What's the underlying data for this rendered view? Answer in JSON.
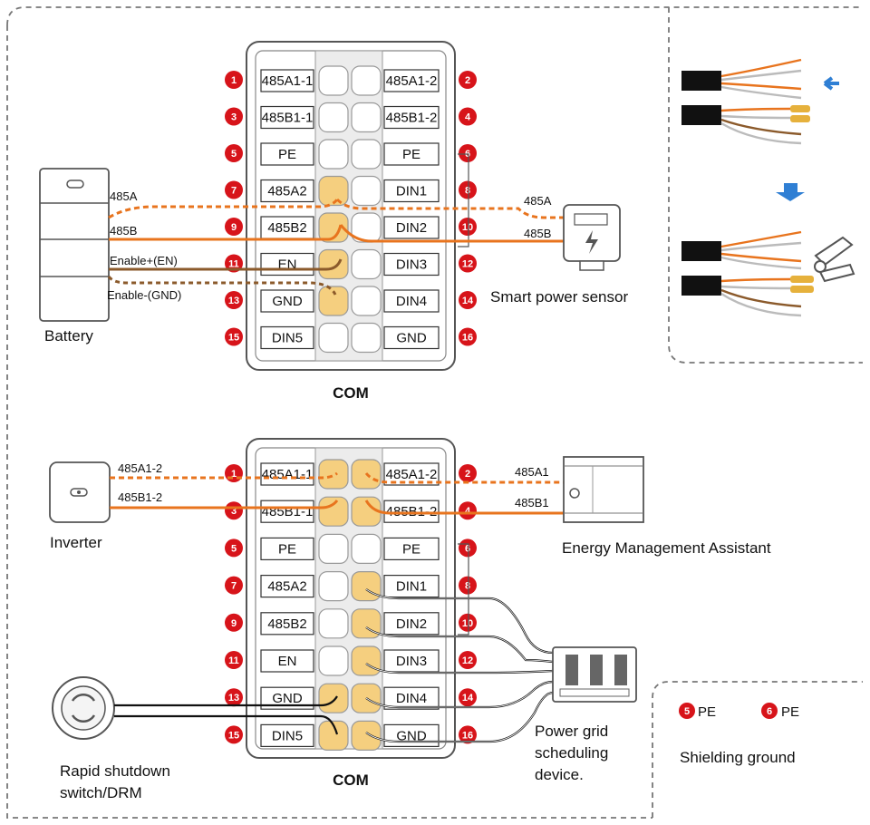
{
  "colors": {
    "orange": "#e8741e",
    "brown": "#8b5a2b",
    "badge_red": "#d7141a",
    "slot_yellow": "#f5cf7f",
    "border_grey": "#666666",
    "arrow_blue": "#2f7fd4"
  },
  "connector_label": "COM",
  "terminals": {
    "left": [
      "485A1-1",
      "485B1-1",
      "PE",
      "485A2",
      "485B2",
      "EN",
      "GND",
      "DIN5"
    ],
    "right": [
      "485A1-2",
      "485B1-2",
      "PE",
      "DIN1",
      "DIN2",
      "DIN3",
      "DIN4",
      "GND"
    ],
    "left_numbers": [
      "1",
      "3",
      "5",
      "7",
      "9",
      "11",
      "13",
      "15"
    ],
    "right_numbers": [
      "2",
      "4",
      "6",
      "8",
      "10",
      "12",
      "14",
      "16"
    ]
  },
  "top": {
    "battery_label": "Battery",
    "sensor_label": "Smart power sensor",
    "wire_labels": {
      "battery_485a": "485A",
      "battery_485b": "485B",
      "battery_en": "Enable+(EN)",
      "battery_gnd": "Enable-(GND)",
      "sensor_485a": "485A",
      "sensor_485b": "485B"
    }
  },
  "bottom": {
    "inverter_label": "Inverter",
    "ema_label": "Energy Management Assistant",
    "rsd_label": [
      "Rapid shutdown",
      "switch/DRM"
    ],
    "grid_label": [
      "Power grid",
      "scheduling",
      "device."
    ],
    "wire_labels": {
      "inv_485a": "485A1-2",
      "inv_485b": "485B1-2",
      "ema_485a": "485A1",
      "ema_485b": "485B1"
    }
  },
  "legend": {
    "items": [
      {
        "num": "5",
        "text": "PE"
      },
      {
        "num": "6",
        "text": "PE"
      }
    ],
    "caption": "Shielding ground"
  }
}
